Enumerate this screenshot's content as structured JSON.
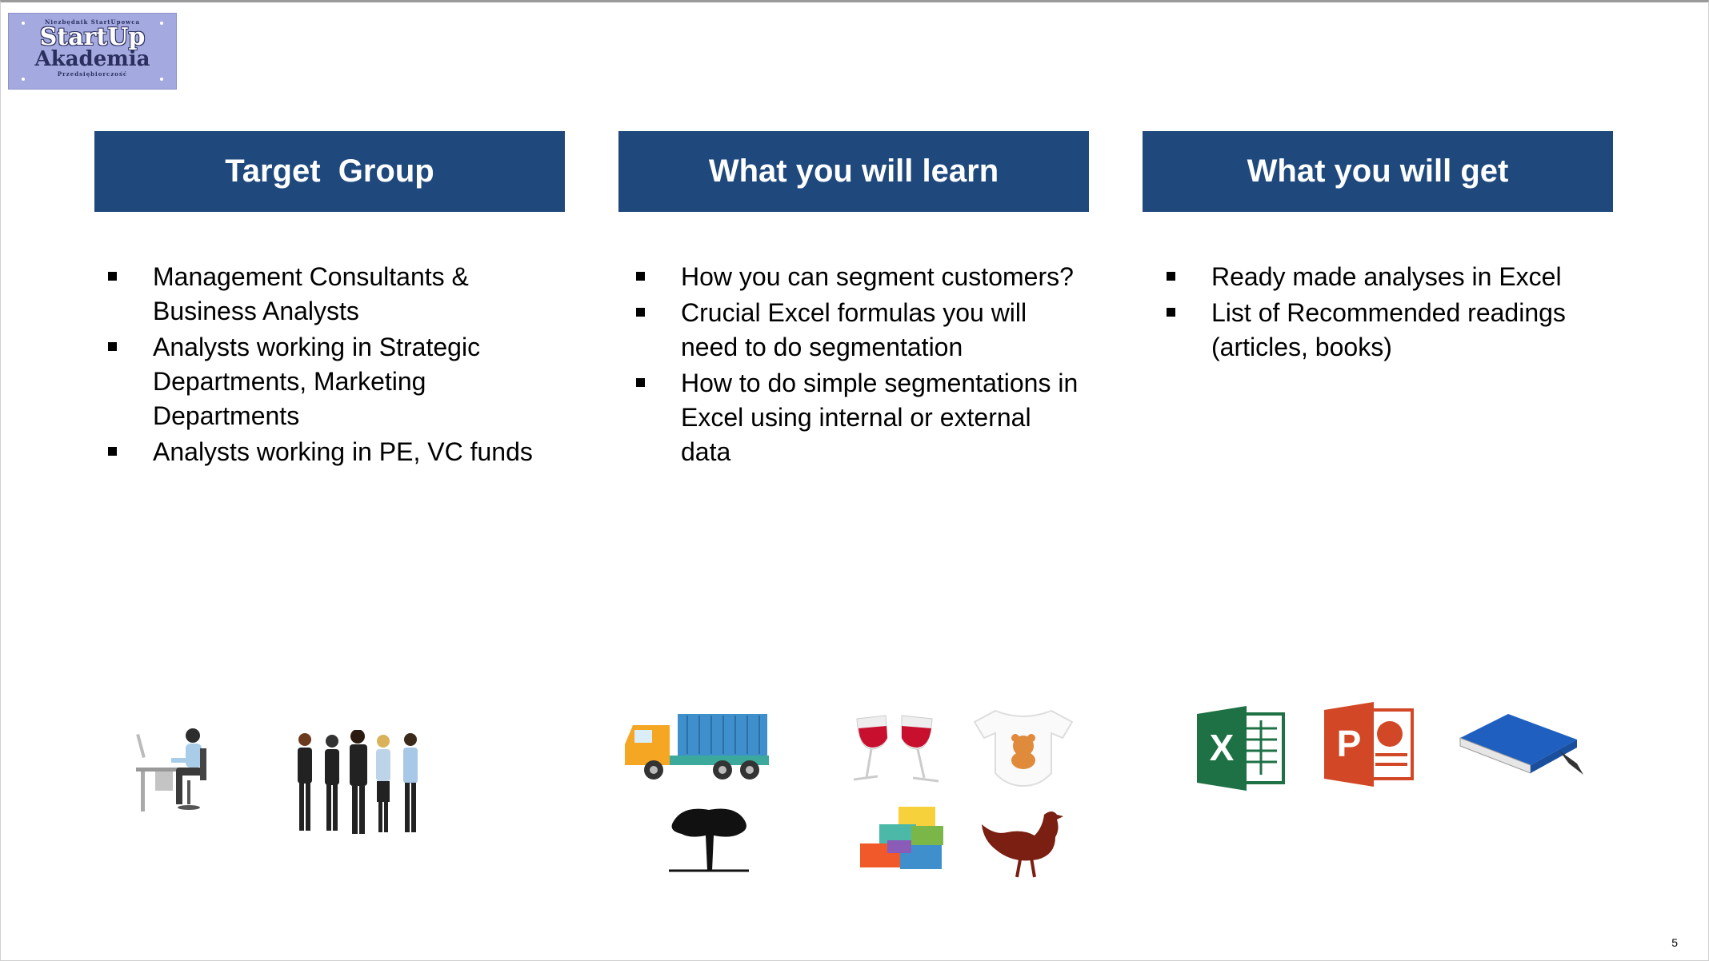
{
  "logo": {
    "top_text": "Niezbędnik StartUpowca",
    "line1": "StartUp",
    "line2": "Akademia",
    "bottom_text": "Przedsiębiorczość"
  },
  "columns": [
    {
      "title": "Target  Group",
      "items": [
        "Management Consultants & Business Analysts",
        "Analysts working in Strategic Departments, Marketing Departments",
        "Analysts working in PE, VC funds"
      ]
    },
    {
      "title": "What you will learn",
      "items": [
        "How you can segment customers?",
        "Crucial Excel formulas you will need to do segmentation",
        "How to do simple segmentations in Excel using internal or external data"
      ]
    },
    {
      "title": "What you will get",
      "items": [
        "Ready made analyses in Excel",
        "List of Recommended readings (articles, books)"
      ]
    }
  ],
  "icons": [
    "person-at-desk-icon",
    "business-group-icon",
    "truck-icon",
    "wine-glasses-icon",
    "baby-onesie-icon",
    "tree-icon",
    "toy-blocks-icon",
    "hen-icon",
    "excel-icon",
    "powerpoint-icon",
    "book-icon"
  ],
  "colors": {
    "header_bg": "#1f497d",
    "logo_bg": "#a4a9e0"
  },
  "page_number": "5"
}
